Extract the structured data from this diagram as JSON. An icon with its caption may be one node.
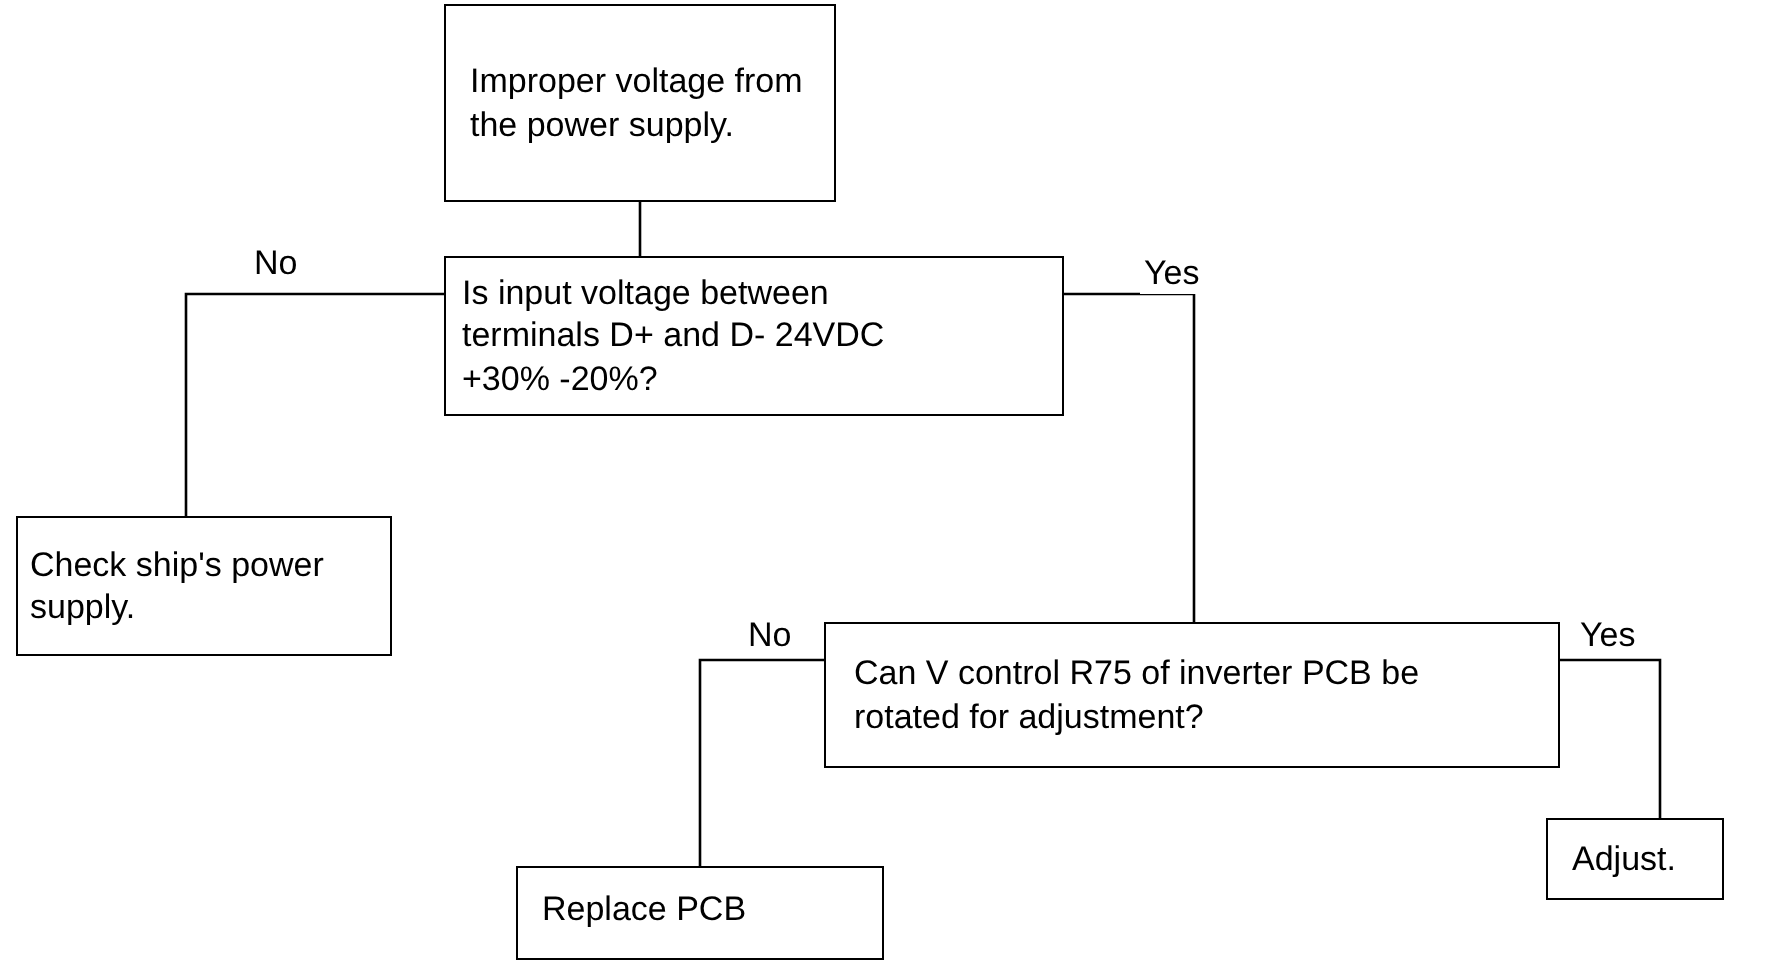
{
  "diagram": {
    "nodes": [
      {
        "text": [
          "Improper voltage from the power supply."
        ]
      },
      {
        "text": [
          "Is input voltage between terminals D+ and D- 24VDC +30% -20%?"
        ]
      },
      {
        "text": [
          "Check ship's power supply."
        ]
      },
      {
        "text": [
          "Can V control R75 of inverter PCB be rotated for adjustment?"
        ]
      },
      {
        "text": [
          "Replace PCB"
        ]
      },
      {
        "text": [
          "Adjust."
        ]
      }
    ],
    "edges": [
      {
        "from": 0,
        "to": 1,
        "arrow": "none"
      },
      {
        "from": 1,
        "to": 2,
        "arrow": "none",
        "label": "No"
      },
      {
        "from": 1,
        "to": 3,
        "arrow": "none",
        "label": "Yes"
      },
      {
        "from": 3,
        "to": 4,
        "arrow": "none",
        "label": "No"
      },
      {
        "from": 3,
        "to": 5,
        "arrow": "none",
        "label": "Yes"
      }
    ]
  }
}
